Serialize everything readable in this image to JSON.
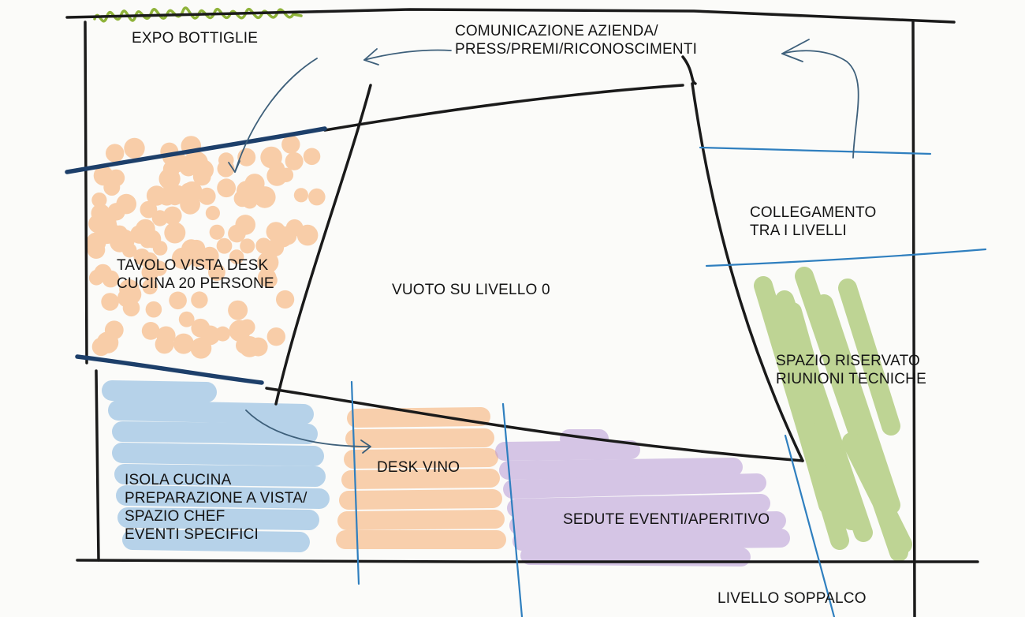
{
  "labels": {
    "expo_bottiglie": "EXPO BOTTIGLIE",
    "comunicazione": [
      "COMUNICAZIONE AZIENDA/",
      "PRESS/PREMI/RICONOSCIMENTI"
    ],
    "collegamento": [
      "COLLEGAMENTO",
      "TRA I LIVELLI"
    ],
    "tavolo": [
      "TAVOLO VISTA DESK",
      "CUCINA 20 PERSONE"
    ],
    "vuoto": "VUOTO SU LIVELLO 0",
    "spazio_riservato": [
      "SPAZIO RISERVATO",
      "RIUNIONI TECNICHE"
    ],
    "desk_vino": "DESK VINO",
    "isola": [
      "ISOLA CUCINA",
      "PREPARAZIONE A VISTA/",
      "SPAZIO CHEF",
      "EVENTI SPECIFICI"
    ],
    "sedute": "SEDUTE EVENTI/APERITIVO",
    "livello": "LIVELLO SOPPALCO"
  },
  "colors": {
    "ink": "#141414",
    "wall": "#1a1a1a",
    "navy": "#1d3f6a",
    "blue_line": "#2f7fbf",
    "arrow": "#3d5f7a",
    "orange": "#f6a15a",
    "blue_fill": "#7fb2dc",
    "peach_fill": "#f7b27a",
    "purple_fill": "#b79ad6",
    "green_fill": "#96bb52",
    "green_bottles": "#8fb33a"
  }
}
